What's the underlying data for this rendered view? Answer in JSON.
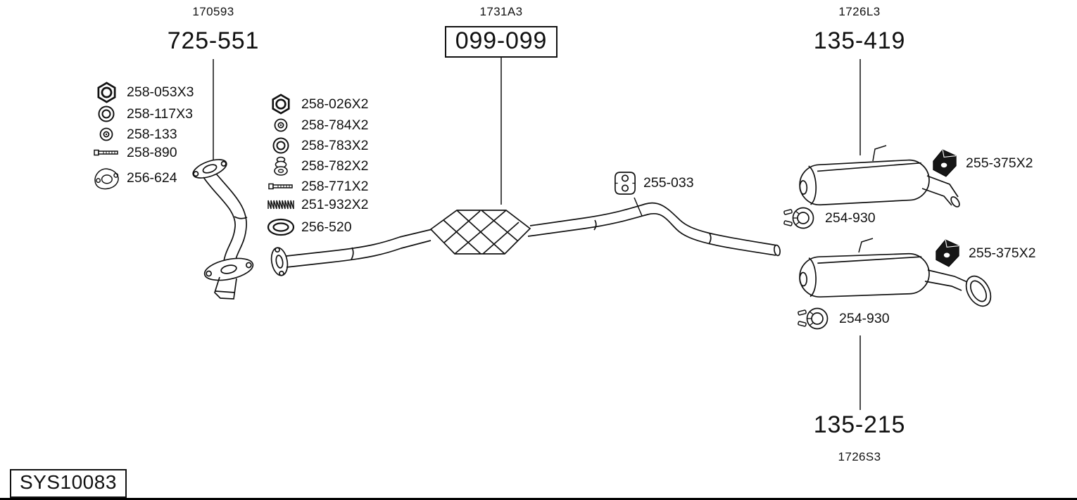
{
  "titles": {
    "left": {
      "ref": "170593",
      "part": "725-551"
    },
    "center": {
      "ref": "1731A3",
      "part": "099-099"
    },
    "right": {
      "ref": "1726L3",
      "part": "135-419"
    },
    "bottom": {
      "part": "135-215",
      "ref": "1726S3"
    }
  },
  "left_parts": [
    {
      "icon": "hex-nut",
      "label": "258-053X3"
    },
    {
      "icon": "washer-ring",
      "label": "258-117X3"
    },
    {
      "icon": "washer-flat",
      "label": "258-133"
    },
    {
      "icon": "bolt",
      "label": "258-890"
    },
    {
      "icon": "flange-gasket",
      "label": "256-624"
    }
  ],
  "mid_parts": [
    {
      "icon": "hex-nut",
      "label": "258-026X2"
    },
    {
      "icon": "washer-flat",
      "label": "258-784X2"
    },
    {
      "icon": "washer-ring",
      "label": "258-783X2"
    },
    {
      "icon": "rubber-grommet",
      "label": "258-782X2"
    },
    {
      "icon": "bolt",
      "label": "258-771X2"
    },
    {
      "icon": "spring",
      "label": "251-932X2"
    },
    {
      "icon": "ring-gasket",
      "label": "256-520"
    }
  ],
  "callouts": {
    "pipe_hanger": "255-033",
    "bracket_top": "255-375X2",
    "clamp_top": "254-930",
    "bracket_bottom": "255-375X2",
    "clamp_bottom": "254-930"
  },
  "system_code": "SYS10083",
  "colors": {
    "ink": "#111111",
    "background": "#ffffff"
  }
}
